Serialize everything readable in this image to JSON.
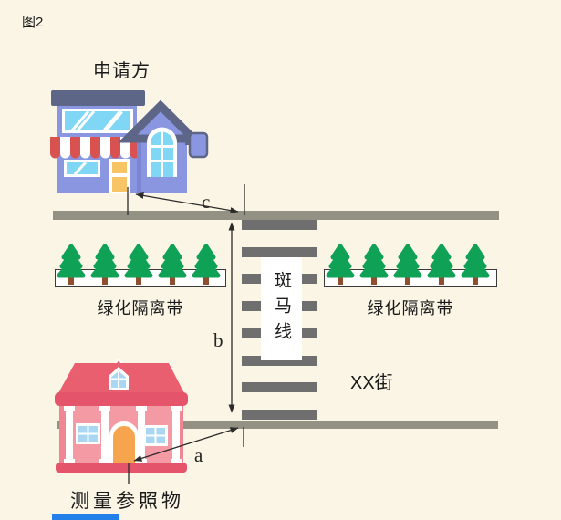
{
  "figure_label": "图2",
  "labels": {
    "applicant": "申请方",
    "crossing": "斑马线",
    "green_belt_left": "绿化隔离带",
    "green_belt_right": "绿化隔离带",
    "street": "XX街",
    "reference": "测量参照物",
    "dim_a": "a",
    "dim_b": "b",
    "dim_c": "c"
  },
  "crosswalk": {
    "stripe_count": 8
  },
  "green_belts": {
    "tree_count": 5
  },
  "palette": {
    "background": "#FAF5E5",
    "road": "#929184",
    "crosswalk_stripe": "#6F6F6F",
    "tree_green": "#0FA156",
    "tree_trunk": "#8F4F2E",
    "shop_body": "#8A96E0",
    "shop_roof": "#5D6687",
    "awning_red": "#D95252",
    "window_blue": "#7FD7F5",
    "door_yellow": "#F8C566",
    "house_pink": "#F49AA4",
    "house_roof": "#EA5F70",
    "house_door_orange": "#F6A54E",
    "house_window_blue": "#A9D7F3",
    "measure_line": "#2B2B2B",
    "bottom_bar_blue": "#2380E8"
  }
}
